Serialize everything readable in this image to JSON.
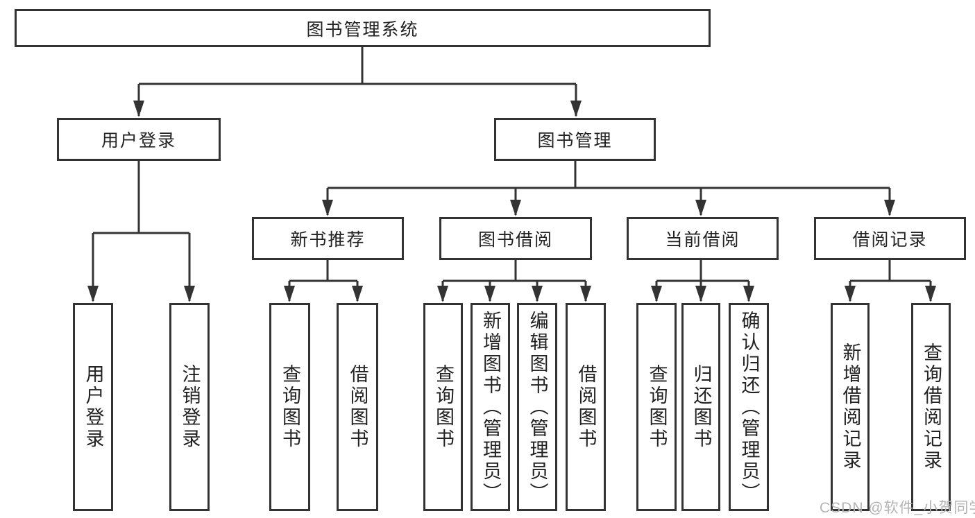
{
  "diagram": {
    "root": {
      "label": "图书管理系统"
    },
    "branches": [
      {
        "label": "用户登录",
        "children": [
          "用户登录",
          "注销登录"
        ]
      },
      {
        "label": "图书管理",
        "sections": [
          {
            "label": "新书推荐",
            "children": [
              "查询图书",
              "借阅图书"
            ]
          },
          {
            "label": "图书借阅",
            "children": [
              "查询图书",
              "新增图书（管理员）",
              "编辑图书（管理员）",
              "借阅图书"
            ]
          },
          {
            "label": "当前借阅",
            "children": [
              "查询图书",
              "归还图书",
              "确认归还（管理员）"
            ]
          },
          {
            "label": "借阅记录",
            "children": [
              "新增借阅记录",
              "查询借阅记录"
            ]
          }
        ]
      }
    ]
  },
  "watermark": {
    "text": "CSDN @软件_小贺同学"
  },
  "colors": {
    "line": "#333333",
    "box_border": "#333333",
    "text": "#222222",
    "background": "#ffffff",
    "watermark": "#b4b4b4"
  }
}
